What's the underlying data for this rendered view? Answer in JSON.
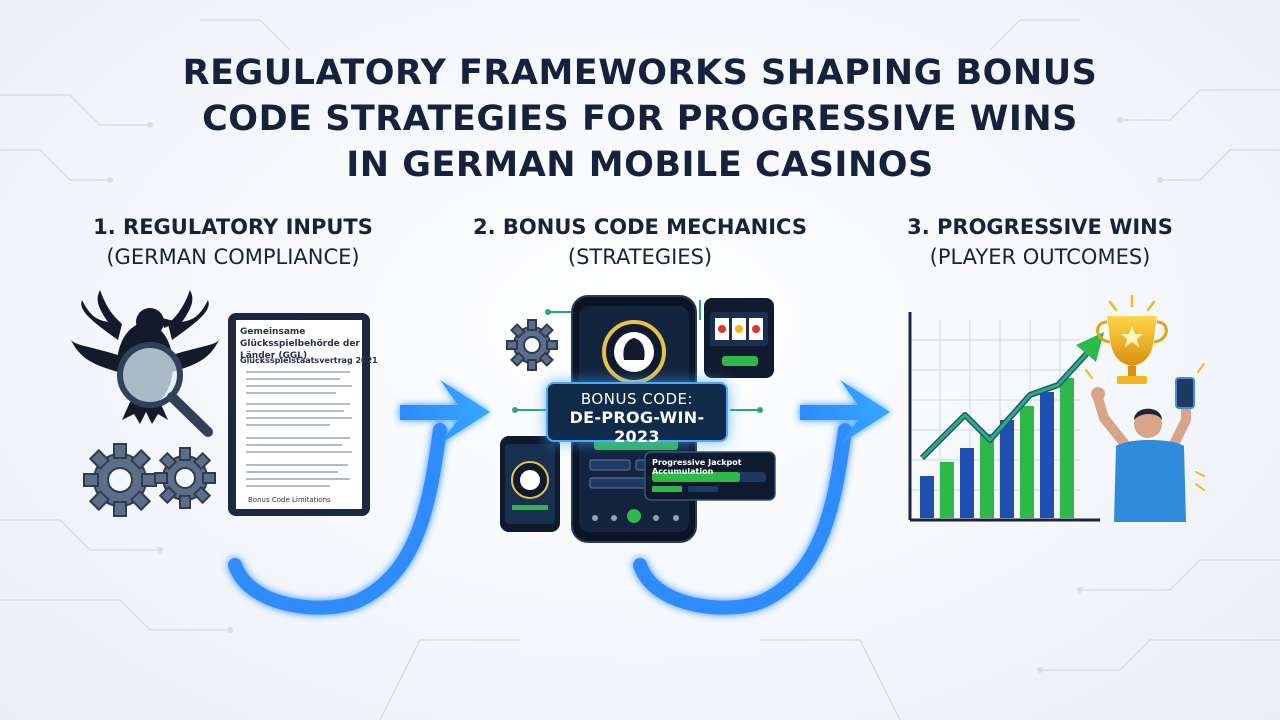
{
  "title": {
    "line1": "REGULATORY FRAMEWORKS SHAPING BONUS",
    "line2": "CODE STRATEGIES FOR PROGRESSIVE WINS",
    "line3": "IN GERMAN MOBILE CASINOS"
  },
  "steps": [
    {
      "heading": "1. REGULATORY INPUTS",
      "sub": "(GERMAN COMPLIANCE)"
    },
    {
      "heading": "2. BONUS CODE MECHANICS",
      "sub": "(STRATEGIES)"
    },
    {
      "heading": "3. PROGRESSIVE WINS",
      "sub": "(PLAYER OUTCOMES)"
    }
  ],
  "document": {
    "title": "Gemeinsame Glücksspielbehörde der Länder (GGL)",
    "subtitle": "Glücksspielstaatsvertrag 2021",
    "footer": "Bonus Code Limitations"
  },
  "bonus_code": {
    "label": "BONUS CODE:",
    "value": "DE-PROG-WIN-2023"
  },
  "jackpot_label": "Progressive Jackpot Accumulation",
  "chart_data": {
    "type": "bar",
    "values": [
      3,
      4,
      5,
      6,
      7,
      8,
      9,
      10
    ],
    "title": "",
    "xlabel": "",
    "ylabel": ""
  },
  "colors": {
    "arrow_blue": "#2f8cff",
    "bar_blue": "#1f4fb0",
    "bar_green": "#2fb84a",
    "title_navy": "#16213e",
    "trophy_gold": "#f2b71c",
    "phone_screen": "#13243f"
  }
}
